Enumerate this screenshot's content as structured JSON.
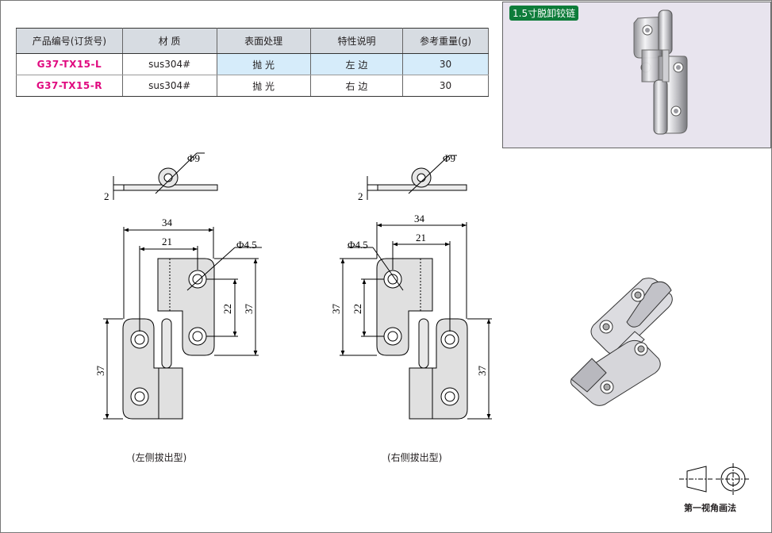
{
  "table": {
    "headers": [
      "产品编号(订货号)",
      "材  质",
      "表面处理",
      "特性说明",
      "参考重量(g)"
    ],
    "rows": [
      {
        "code": "G37-TX15-L",
        "material": "sus304#",
        "finish": "抛  光",
        "feature": "左  边",
        "weight": "30"
      },
      {
        "code": "G37-TX15-R",
        "material": "sus304#",
        "finish": "抛  光",
        "feature": "右  边",
        "weight": "30"
      }
    ]
  },
  "photo": {
    "tag": "1.5寸脱卸铰链"
  },
  "left_drawing": {
    "dia_top": "Φ9",
    "thick": "2",
    "width_34": "34",
    "width_21": "21",
    "hole_dia": "Φ4.5",
    "h22": "22",
    "h37_right": "37",
    "h37_left": "37",
    "caption": "(左侧拔出型)"
  },
  "right_drawing": {
    "dia_top": "Φ9",
    "thick": "2",
    "width_34": "34",
    "width_21": "21",
    "hole_dia": "Φ4.5",
    "h22": "22",
    "h37_left": "37",
    "h37_right": "37",
    "caption": "(右侧拔出型)"
  },
  "legend": {
    "label": "第一视角画法"
  }
}
